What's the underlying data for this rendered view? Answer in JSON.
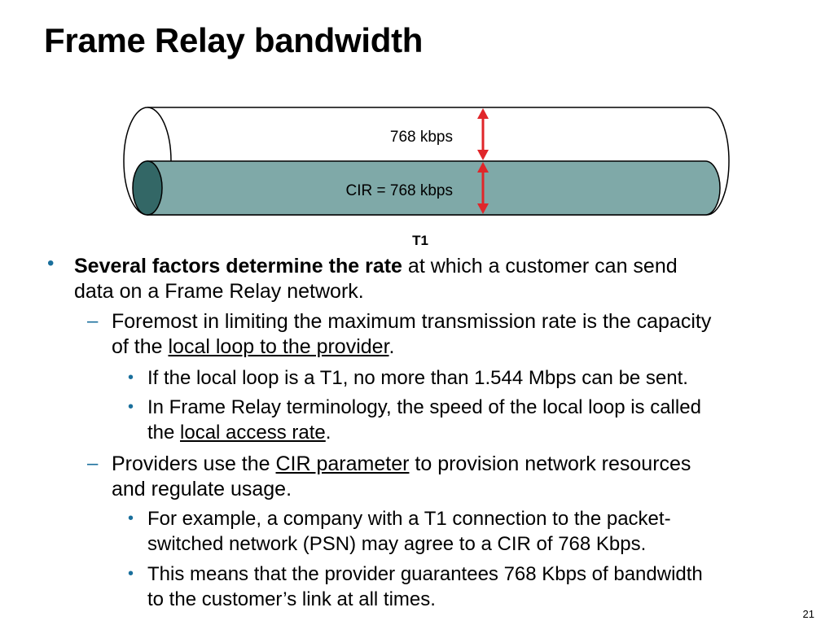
{
  "title": "Frame Relay bandwidth",
  "diagram": {
    "upper_label": "768 kbps",
    "lower_label": "CIR = 768 kbps",
    "caption": "T1",
    "colors": {
      "inner_pipe": "#7fa9a8",
      "inner_cap": "#336766",
      "arrow": "#e0262a"
    }
  },
  "bullets": {
    "b1": {
      "bold": "Several factors determine the rate",
      "rest1": " at which a customer can send",
      "line2": "data on a Frame Relay network."
    },
    "b1a": {
      "line1": "Foremost in limiting the maximum transmission rate is the capacity",
      "pre": "of the ",
      "link": "local loop to the provider",
      "post": "."
    },
    "b1a_i": "If the local loop is a T1, no more than 1.544 Mbps can be sent.",
    "b1a_ii": {
      "line1": "In Frame Relay terminology, the speed of the local loop is called",
      "pre": "the ",
      "link": "local access rate",
      "post": "."
    },
    "b1b": {
      "pre": "Providers use the ",
      "link": "CIR parameter",
      "post": " to provision network resources",
      "line2": "and regulate usage."
    },
    "b1b_i": {
      "line1": "For example, a company with a T1 connection to the packet-",
      "line2": "switched network (PSN) may agree to a CIR of 768 Kbps."
    },
    "b1b_ii": {
      "line1": "This means that the provider guarantees 768 Kbps of bandwidth",
      "line2": "to the customer’s link at all times."
    }
  },
  "markers": {
    "dot": "•",
    "dash": "–",
    "small_dot": "•"
  },
  "page_number": "21"
}
